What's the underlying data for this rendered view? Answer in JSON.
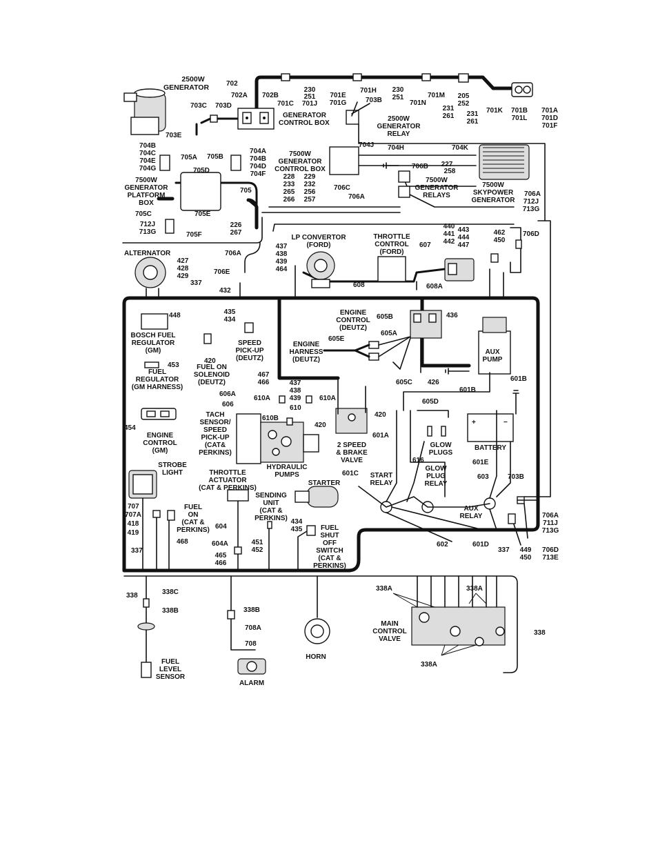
{
  "components": {
    "gen2500": [
      "2500W",
      "GENERATOR"
    ],
    "gen_ctrl_box": [
      "GENERATOR",
      "CONTROL BOX"
    ],
    "gen2500_relay": [
      "2500W",
      "GENERATOR",
      "RELAY"
    ],
    "gen7500_ctrl_box": [
      "7500W",
      "GENERATOR",
      "CONTROL BOX"
    ],
    "gen7500_relays": [
      "7500W",
      "GENERATOR",
      "RELAYS"
    ],
    "skypower": [
      "7500W",
      "SKYPOWER",
      "GENERATOR"
    ],
    "platform_box": [
      "7500W",
      "GENERATOR",
      "PLATFORM",
      "BOX"
    ],
    "alternator": [
      "ALTERNATOR"
    ],
    "lp_convertor": [
      "LP CONVERTOR",
      "(FORD)"
    ],
    "throttle_ctrl": [
      "THROTTLE",
      "CONTROL",
      "(FORD)"
    ],
    "bosch": [
      "BOSCH FUEL",
      "REGULATOR",
      "(GM)"
    ],
    "fuel_reg": [
      "FUEL",
      "REGULATOR",
      "(GM HARNESS)"
    ],
    "fuel_on_sol": [
      "FUEL ON",
      "SOLENOID",
      "(DEUTZ)"
    ],
    "speed_pickup": [
      "SPEED",
      "PICK-UP",
      "(DEUTZ)"
    ],
    "engine_ctrl_deutz": [
      "ENGINE",
      "CONTROL",
      "(DEUTZ)"
    ],
    "engine_harness": [
      "ENGINE",
      "HARNESS",
      "(DEUTZ)"
    ],
    "aux_pump": [
      "AUX",
      "PUMP"
    ],
    "tach": [
      "TACH",
      "SENSOR/",
      "SPEED",
      "PICK-UP",
      "(CAT&",
      "PERKINS)"
    ],
    "engine_ctrl_gm": [
      "ENGINE",
      "CONTROL",
      "(GM)"
    ],
    "two_speed": [
      "2 SPEED",
      "& BRAKE",
      "VALVE"
    ],
    "glow_plugs": [
      "GLOW",
      "PLUGS"
    ],
    "battery": [
      "BATTERY"
    ],
    "hyd_pumps": [
      "HYDRAULIC",
      "PUMPS"
    ],
    "strobe": [
      "STROBE",
      "LIGHT"
    ],
    "throttle_act": [
      "THROTTLE",
      "ACTUATOR",
      "(CAT & PERKINS)"
    ],
    "starter": [
      "STARTER"
    ],
    "start_relay": [
      "START",
      "RELAY"
    ],
    "glow_relay": [
      "GLOW",
      "PLUG",
      "RELAY"
    ],
    "aux_relay": [
      "AUX",
      "RELAY"
    ],
    "fuel_on_cat": [
      "FUEL",
      "ON",
      "(CAT &",
      "PERKINS)"
    ],
    "sending_unit": [
      "SENDING",
      "UNIT",
      "(CAT &",
      "PERKINS)"
    ],
    "fuel_shutoff": [
      "FUEL",
      "SHUT",
      "OFF",
      "SWITCH",
      "(CAT &",
      "PERKINS)"
    ],
    "fuel_level": [
      "FUEL",
      "LEVEL",
      "SENSOR"
    ],
    "alarm": [
      "ALARM"
    ],
    "horn": [
      "HORN"
    ],
    "main_valve": [
      "MAIN",
      "CONTROL",
      "VALVE"
    ]
  },
  "wires": {
    "w702": "702",
    "w702A": "702A",
    "w702B": "702B",
    "w701C": "701C",
    "w230a": [
      "230",
      "251",
      "701J"
    ],
    "w701E": [
      "701E",
      "701G"
    ],
    "w701H": "701H",
    "w703B": "703B",
    "w230b": [
      "230",
      "251"
    ],
    "w701M": "701M",
    "w701N": "701N",
    "w205": [
      "205",
      "252"
    ],
    "w231a": [
      "231",
      "261"
    ],
    "w231b": [
      "231",
      "261"
    ],
    "w701K": "701K",
    "w701B": [
      "701B",
      "701L"
    ],
    "w701A": [
      "701A",
      "701D",
      "701F"
    ],
    "w703C": "703C",
    "w703D": "703D",
    "w703E": "703E",
    "w704B": [
      "704B",
      "704C",
      "704E",
      "704G"
    ],
    "w705A": "705A",
    "w705B": "705B",
    "w704A": [
      "704A",
      "704B",
      "704D",
      "704F"
    ],
    "w705D": "705D",
    "w705": "705",
    "w705C": "705C",
    "w705E": "705E",
    "w712J": [
      "712J",
      "713G"
    ],
    "w705F": "705F",
    "w226": [
      "226",
      "267"
    ],
    "w704J": "704J",
    "w704H": "704H",
    "w704K": "704K",
    "w228": [
      "228",
      "233",
      "265",
      "266"
    ],
    "w229": [
      "229",
      "232",
      "256",
      "257"
    ],
    "w706C": "706C",
    "w706A_top": "706A",
    "w706B": "706B",
    "w227": [
      "227",
      "258"
    ],
    "w706A_r": [
      "706A",
      "712J",
      "713G"
    ],
    "w427": [
      "427",
      "428",
      "429"
    ],
    "w706A_l": "706A",
    "w706E": "706E",
    "w337_t": "337",
    "w432": "432",
    "w437a": [
      "437",
      "438",
      "439",
      "464"
    ],
    "w608": "608",
    "w607": "607",
    "w608A": "608A",
    "w440": [
      "440",
      "441",
      "442"
    ],
    "w443": [
      "443",
      "444",
      "447"
    ],
    "w462": [
      "462",
      "450"
    ],
    "w706D_t": "706D",
    "w448": "448",
    "w435": [
      "435",
      "434"
    ],
    "w420a": "420",
    "w453": "453",
    "w605B": "605B",
    "w436": "436",
    "w605A": "605A",
    "w605E": "605E",
    "w605C": "605C",
    "w426": "426",
    "w601B_a": "601B",
    "w601B_b": "601B",
    "w467": [
      "467",
      "466"
    ],
    "w606A": "606A",
    "w606": "606",
    "w437b": [
      "437",
      "438",
      "439"
    ],
    "w610A_a": "610A",
    "w610A_b": "610A",
    "w610": "610",
    "w610B": "610B",
    "w420b": "420",
    "w420c": "420",
    "w454": "454",
    "w601A": "601A",
    "w605D": "605D",
    "w616": "616",
    "w601E": "601E",
    "w603": "603",
    "w703B_r": "703B",
    "w601C": "601C",
    "w707": "707",
    "w707A": [
      "707A",
      "418",
      "419"
    ],
    "w468": "468",
    "w604": "604",
    "w604A": "604A",
    "w465": [
      "465",
      "466"
    ],
    "w451": [
      "451",
      "452"
    ],
    "w434": [
      "434",
      "435"
    ],
    "w602": "602",
    "w601D": "601D",
    "w337_r": "337",
    "w449": [
      "449",
      "450"
    ],
    "w706A_b": [
      "706A",
      "711J",
      "713G"
    ],
    "w706D_b": [
      "706D",
      "713E"
    ],
    "w337_l": "337",
    "w338_a": "338",
    "w338C": "338C",
    "w338B_a": "338B",
    "w338B_b": "338B",
    "w708A": "708A",
    "w708": "708",
    "w338A_a": "338A",
    "w338A_b": "338A",
    "w338A_c": "338A",
    "w338_r": "338"
  },
  "colors": {
    "ink": "#111111",
    "paper": "#ffffff"
  }
}
